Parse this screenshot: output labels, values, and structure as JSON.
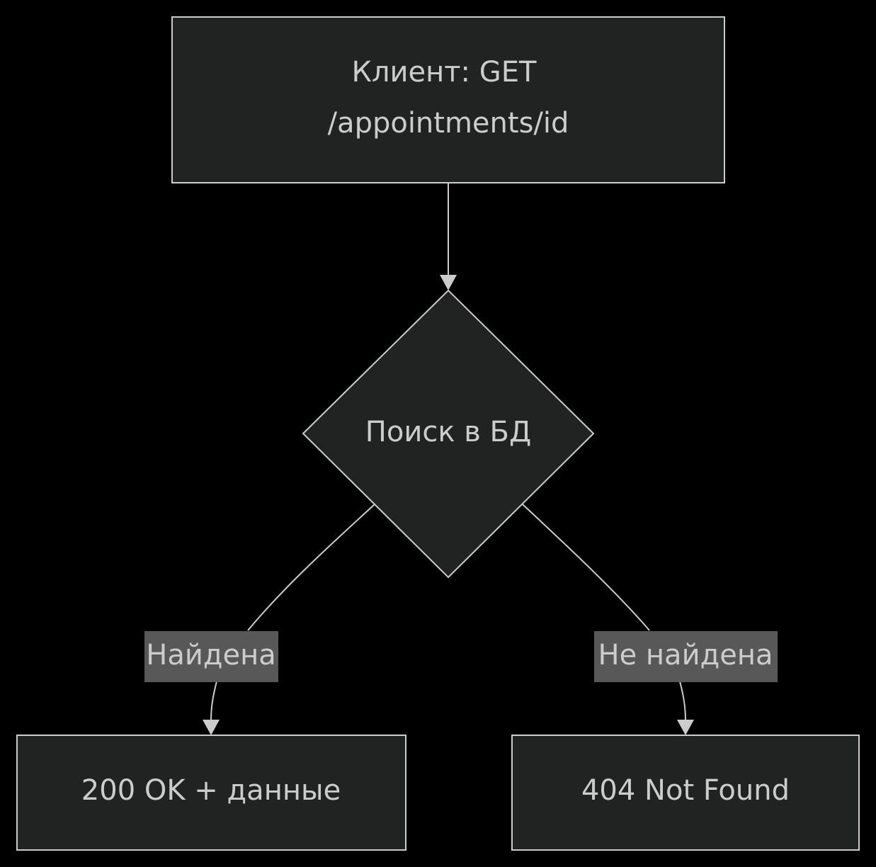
{
  "nodes": {
    "client": {
      "line1": "Клиент: GET",
      "line2": "/appointments/id"
    },
    "lookup": {
      "label": "Поиск в БД"
    },
    "ok": {
      "label": "200 OK + данные"
    },
    "not_found": {
      "label": "404 Not Found"
    }
  },
  "edges": {
    "found": {
      "label": "Найдена"
    },
    "not_found": {
      "label": "Не найдена"
    }
  },
  "colors": {
    "background": "#000000",
    "node_fill": "#212322",
    "stroke": "#cccccc",
    "text": "#cccccc",
    "edge_label_bg": "#585858"
  }
}
